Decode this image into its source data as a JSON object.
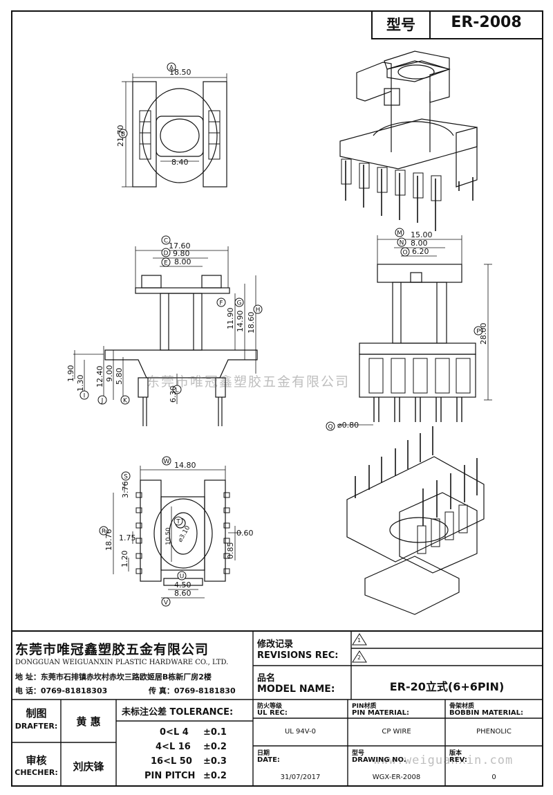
{
  "header": {
    "model_label": "型号",
    "model_value": "ER-2008"
  },
  "dims": {
    "A": "18.50",
    "B": "21.70",
    "slot": "8.40",
    "C": "17.60",
    "D": "9.80",
    "E": "8.00",
    "F": "11.90",
    "G": "14.90",
    "H": "18.60",
    "I": "1.90",
    "J": "1.30",
    "K1": "12.40",
    "K2": "9.00",
    "K3": "5.80",
    "L": "6.30",
    "M": "15.00",
    "N": "8.00",
    "O": "6.20",
    "P": "28.00",
    "Q": "⌀0.80",
    "W": "14.80",
    "S": "3.76",
    "R": "18.76",
    "R2": "1.75",
    "T": "1.20",
    "Tsub": "10.50",
    "Tdia": "⌀3.10",
    "V1": "4.50",
    "V2": "8.60",
    "Z1": "0.60",
    "Z2": "0.85"
  },
  "callouts": [
    "A",
    "B",
    "C",
    "D",
    "E",
    "F",
    "G",
    "H",
    "I",
    "J",
    "K",
    "L",
    "M",
    "N",
    "O",
    "P",
    "Q",
    "R",
    "S",
    "T",
    "U",
    "V",
    "W"
  ],
  "watermark": "东莞市唯冠鑫塑胶五金有限公司",
  "watermark_url": "www.weiguanxin.com",
  "company": {
    "name_cn": "东莞市唯冠鑫塑胶五金有限公司",
    "name_en": "DONGGUAN WEIGUANXIN PLASTIC HARDWARE CO., LTD.",
    "address_label": "地  址：",
    "address": "东莞市石排镇赤坎村赤坎三路欧姬居B栋新厂房2楼",
    "phone_label": "电  话：",
    "phone": "0769-81818303",
    "fax_label": "传  真：",
    "fax": "0769-8181830"
  },
  "revisions": {
    "label_cn": "修改记录",
    "label_en": "REVISIONS REC:",
    "marks": [
      "1",
      "2"
    ]
  },
  "model": {
    "label_cn": "品名",
    "label_en": "MODEL NAME:",
    "value": "ER-20立式(6+6PIN)"
  },
  "drafter": {
    "label_cn": "制图",
    "label_en": "DRAFTER:",
    "name": "黄  惠"
  },
  "checker": {
    "label_cn": "审核",
    "label_en": "CHECHER:",
    "name": "刘庆锋"
  },
  "tolerance": {
    "label": "未标注公差 TOLERANCE:",
    "rows": [
      {
        "range": "0<L  4",
        "value": "±0.1"
      },
      {
        "range": "4<L  16",
        "value": "±0.2"
      },
      {
        "range": "16<L  50",
        "value": "±0.3"
      },
      {
        "range": "PIN PITCH",
        "value": "±0.2"
      }
    ]
  },
  "materials": {
    "ul_label_cn": "防火等级",
    "ul_label_en": "UL REC:",
    "ul_value": "UL 94V-0",
    "pin_label_cn": "PIN材质",
    "pin_label_en": "PIN MATERIAL:",
    "pin_value": "CP WIRE",
    "bobbin_label_cn": "骨架材质",
    "bobbin_label_en": "BOBBIN MATERIAL:",
    "bobbin_value": "PHENOLIC"
  },
  "date": {
    "label_cn": "日期",
    "label_en": "DATE:",
    "value": "31/07/2017"
  },
  "drawing": {
    "label_cn": "型号",
    "label_en": "DRAWING NO.",
    "value": "WGX-ER-2008"
  },
  "rev": {
    "label_cn": "版本",
    "label_en": "REV:",
    "value": "0"
  }
}
